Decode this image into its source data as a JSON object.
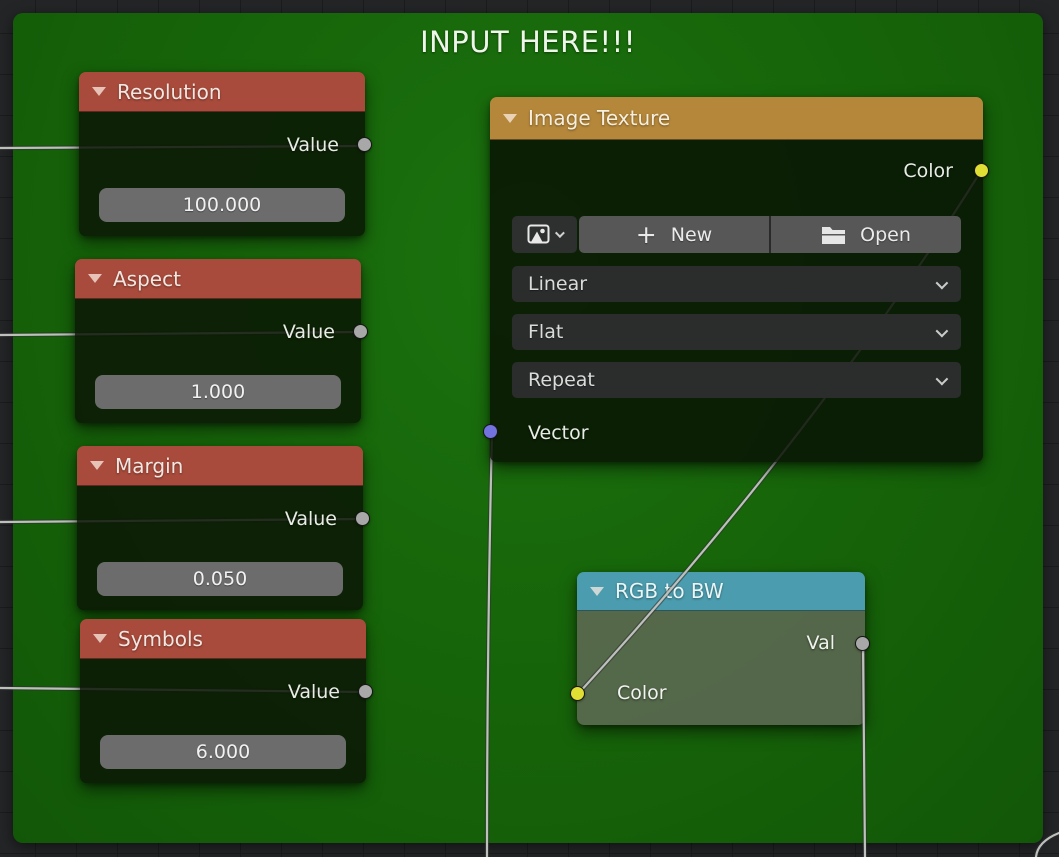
{
  "frame": {
    "title": "INPUT HERE!!!"
  },
  "nodes": {
    "resolution": {
      "title": "Resolution",
      "output_label": "Value",
      "value": "100.000"
    },
    "aspect": {
      "title": "Aspect",
      "output_label": "Value",
      "value": "1.000"
    },
    "margin": {
      "title": "Margin",
      "output_label": "Value",
      "value": "0.050"
    },
    "symbols": {
      "title": "Symbols",
      "output_label": "Value",
      "value": "6.000"
    },
    "image_texture": {
      "title": "Image Texture",
      "output_label": "Color",
      "new_label": "New",
      "open_label": "Open",
      "interpolation": "Linear",
      "projection": "Flat",
      "extension": "Repeat",
      "input_label": "Vector"
    },
    "rgb_to_bw": {
      "title": "RGB to BW",
      "output_label": "Val",
      "input_label": "Color"
    }
  },
  "colors": {
    "frame_green": "#166309",
    "value_header_red": "#a94b3c",
    "texture_header_orange": "#b5873a",
    "converter_header_teal": "#4b9cae",
    "socket_value_gray": "#a8a8a8",
    "socket_color_yellow": "#e0df33",
    "socket_vector_blue": "#7373e0",
    "wire_gray": "#bdc0bd",
    "background": "#232527"
  }
}
